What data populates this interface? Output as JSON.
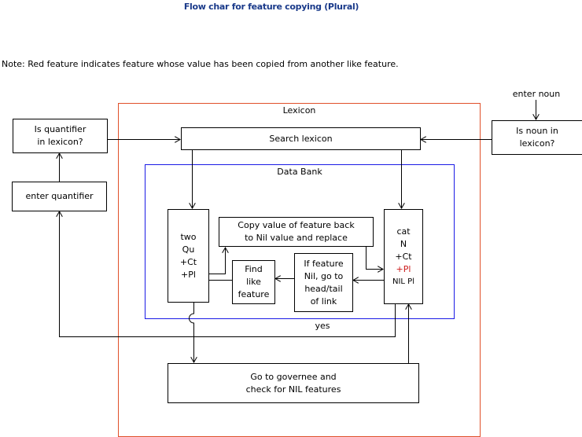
{
  "title": "Flow char for feature copying (Plural)",
  "note": "Note: Red feature indicates  feature whose value has been copied from another like feature.",
  "lexicon_label": "Lexicon",
  "data_bank_label": "Data Bank",
  "boxes": {
    "is_quantifier": "Is quantifier\nin lexicon?",
    "enter_quantifier": "enter quantifier",
    "search_lexicon": "Search lexicon",
    "is_noun": "Is noun in\nlexicon?",
    "enter_noun": "enter noun",
    "copy_value": "Copy value of feature back\nto Nil value and replace",
    "find_like": "Find\nlike\nfeature",
    "if_feature_nil": "If feature\nNil, go to\nhead/tail\nof link",
    "go_to_governee": "Go to governee and\ncheck for NIL features",
    "yes": "yes"
  },
  "quantifier_entry": [
    "two",
    "Qu",
    "+Ct",
    "+Pl"
  ],
  "noun_entry": {
    "lines": [
      "cat",
      "N",
      "+Ct"
    ],
    "copied": "+Pl",
    "nil": "NIL Pl"
  },
  "colors": {
    "title": "#1a3a8a",
    "lexicon_border": "#e0502a",
    "data_bank_border": "#1a1ae6",
    "copied_feature": "#cc1a1a"
  }
}
